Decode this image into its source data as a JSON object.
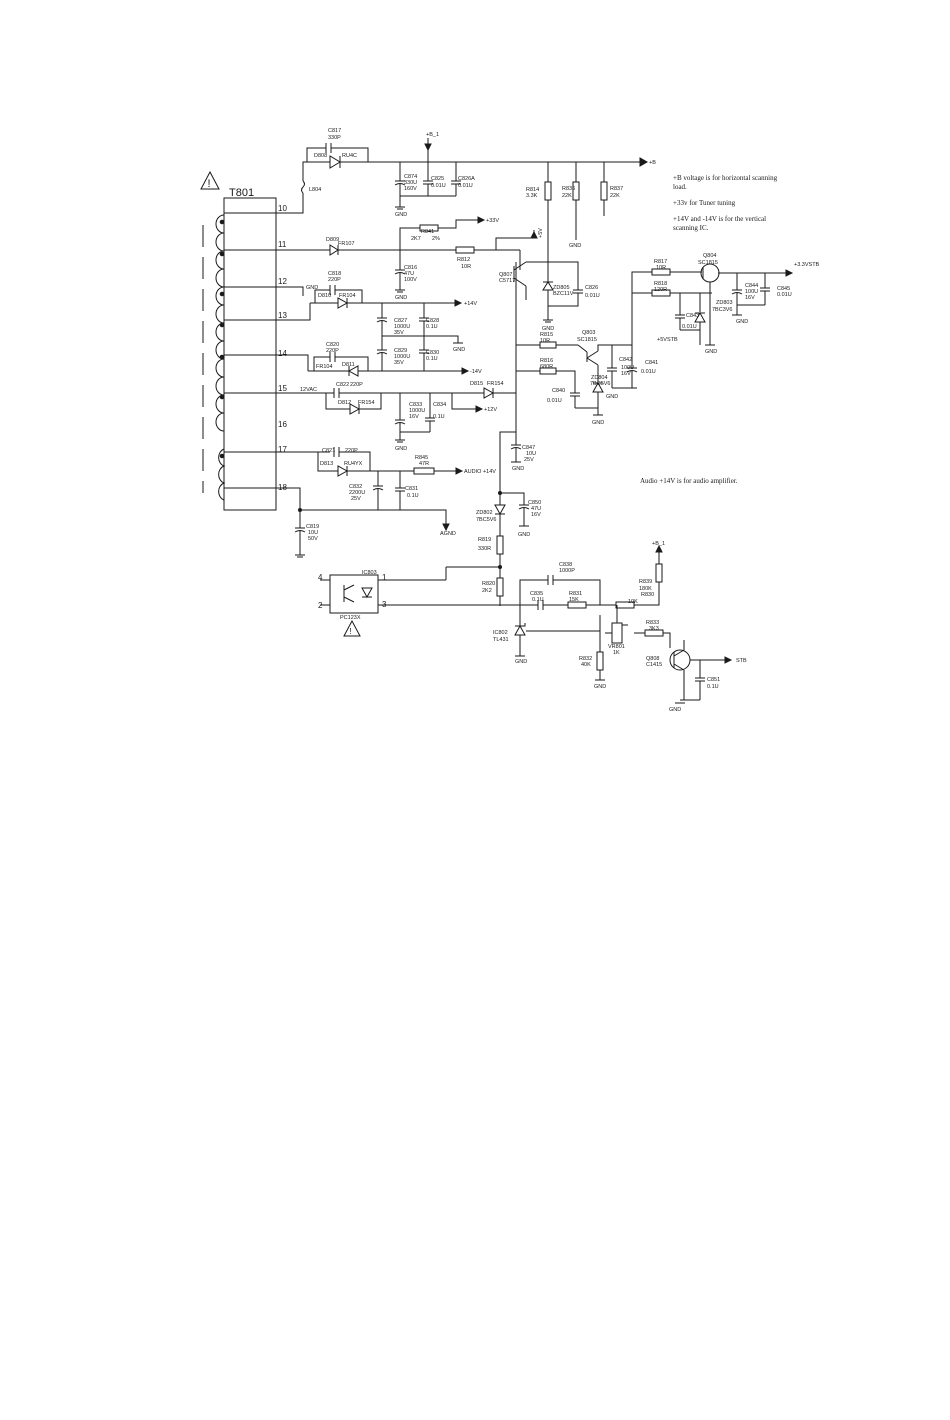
{
  "transformer": {
    "name": "T801",
    "pins": [
      "10",
      "11",
      "12",
      "13",
      "14",
      "15",
      "16",
      "17",
      "18"
    ]
  },
  "notes": {
    "b_line1": "+B voltage is for horizontal scanning",
    "b_line2": "load.",
    "tuner": "+33v for Tuner tuning",
    "vert_line1": "+14V and -14V is for the vertical",
    "vert_line2": "scanning IC.",
    "audio": "Audio +14V is for audio amplifier."
  },
  "nets": {
    "b_plus": "+B",
    "b_plus_1": "+B_1",
    "b_plus_2": "+B_1",
    "v33": "+33V",
    "v5_label": "+5V",
    "p14": "+14V",
    "m14": "-14V",
    "p12": "+12V",
    "v12ac": "12VAC",
    "v5stb": "+5VSTB",
    "v33stb": "+3.3VSTB",
    "audio14": "AUDIO +14V",
    "agnd": "AGND",
    "stb": "STB",
    "gnd": "GND"
  },
  "components": {
    "C817": [
      "C817",
      "330P"
    ],
    "L804": [
      "L804"
    ],
    "D808": [
      "D808",
      "RU4C"
    ],
    "C874": [
      "C874",
      "330U",
      "160V"
    ],
    "C825": [
      "C825",
      "0.01U"
    ],
    "C826": [
      "C826A",
      "0.01U"
    ],
    "R814": [
      "R814",
      "3.3K"
    ],
    "R836": [
      "R836",
      "22K"
    ],
    "R837": [
      "R837",
      "22K"
    ],
    "D809": [
      "D809",
      "FR107"
    ],
    "R841": [
      "R841",
      "2K7",
      "2%"
    ],
    "R812": [
      "R812",
      "10R"
    ],
    "C816": [
      "C816",
      "47U",
      "100V"
    ],
    "Q807": [
      "Q807",
      "C5717"
    ],
    "ZD805": [
      "ZD805",
      "BZC11V"
    ],
    "C826b": [
      "C826",
      "0.01U"
    ],
    "C818": [
      "C818",
      "220P"
    ],
    "D810": [
      "D810",
      "FR104"
    ],
    "C827": [
      "C827",
      "1000U",
      "35V"
    ],
    "C828": [
      "C828",
      "0.1U"
    ],
    "C829": [
      "C829",
      "1000U",
      "35V"
    ],
    "C830": [
      "C830",
      "0.1U"
    ],
    "C820": [
      "C820",
      "220P"
    ],
    "D811": [
      "D811",
      "FR104"
    ],
    "C822": [
      "C822",
      "220P"
    ],
    "D812": [
      "D812",
      "FR154"
    ],
    "C833": [
      "C833",
      "1000U",
      "16V"
    ],
    "C834": [
      "C834",
      "0.1U"
    ],
    "D815": [
      "D815",
      "FR154"
    ],
    "C847": [
      "C847",
      "10U",
      "25V"
    ],
    "R815": [
      "R815",
      "10R"
    ],
    "R816": [
      "R816",
      "680R"
    ],
    "Q803": [
      "Q803",
      "SC1815"
    ],
    "C840": [
      "C840",
      "0.01U"
    ],
    "ZD804": [
      "ZD804",
      "7BC5V6"
    ],
    "C842": [
      "C842",
      "100U",
      "16V"
    ],
    "C841": [
      "C841",
      "0.01U"
    ],
    "R817": [
      "R817",
      "10R"
    ],
    "R818": [
      "R818",
      "120R"
    ],
    "Q804": [
      "Q804",
      "SC1815"
    ],
    "ZD803": [
      "ZD803",
      "7BC3V6"
    ],
    "C843": [
      "C843",
      "0.01U"
    ],
    "C844": [
      "C844",
      "100U",
      "16V"
    ],
    "C845": [
      "C845",
      "0.01U"
    ],
    "C821": [
      "C821",
      "220P"
    ],
    "D813": [
      "D813",
      "RU4YX"
    ],
    "R845": [
      "R845",
      "47R"
    ],
    "C832": [
      "C832",
      "2200U",
      "25V"
    ],
    "C831": [
      "C831",
      "0.1U"
    ],
    "C819": [
      "C819",
      "10U",
      "50V"
    ],
    "ZD802": [
      "ZD802",
      "7BC5V6"
    ],
    "C850": [
      "C850",
      "47U",
      "16V"
    ],
    "R819": [
      "R819",
      "330R"
    ],
    "IC803": [
      "IC803",
      "PC123X"
    ],
    "R820": [
      "R820",
      "2K2"
    ],
    "C838": [
      "C838",
      "1000P"
    ],
    "C835": [
      "C835",
      "0.1U"
    ],
    "R831": [
      "R831",
      "15K"
    ],
    "R839": [
      "R839",
      "180K"
    ],
    "R830": [
      "R830",
      "10K"
    ],
    "IC802": [
      "IC802",
      "TL431"
    ],
    "VR801": [
      "VR801",
      "1K"
    ],
    "R832": [
      "R832",
      "40K"
    ],
    "R833": [
      "R833",
      "3K3"
    ],
    "Q808": [
      "Q808",
      "C1415"
    ],
    "C851": [
      "C851",
      "0.1U"
    ]
  }
}
